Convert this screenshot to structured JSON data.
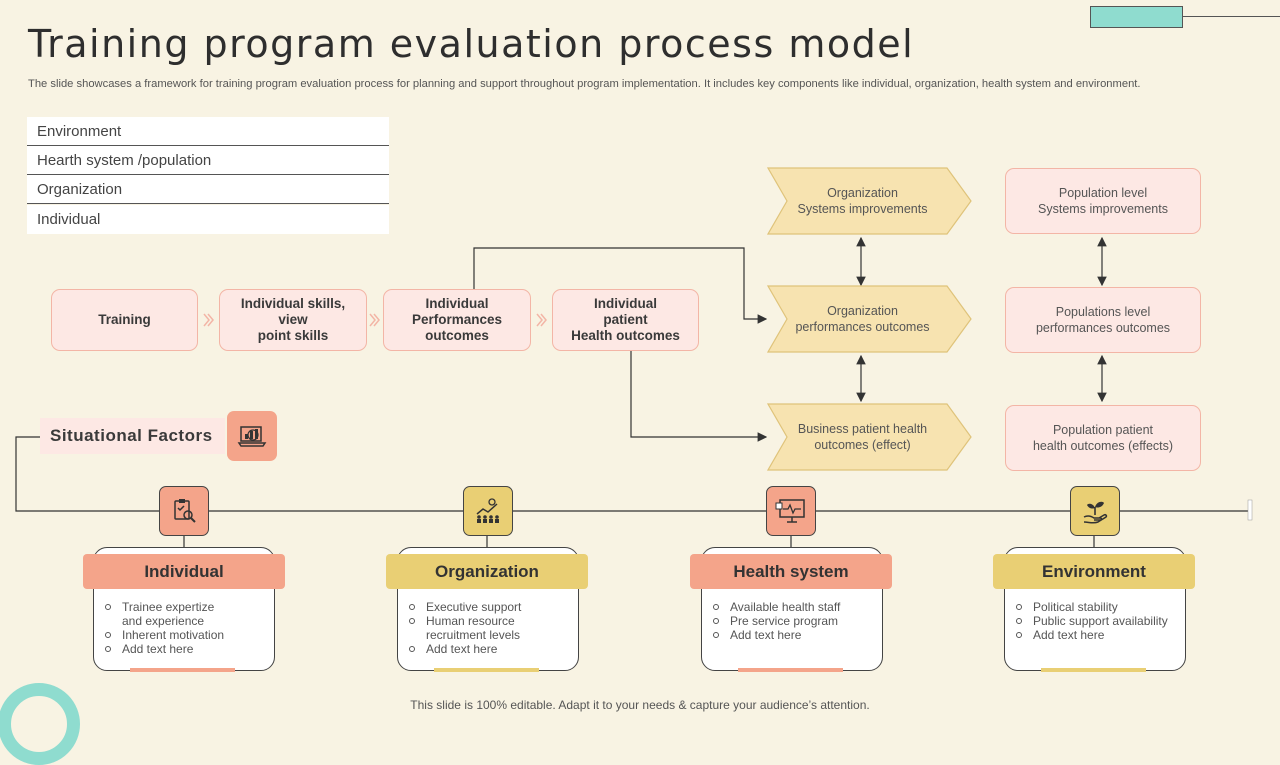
{
  "title": "Training program evaluation process model",
  "subtitle": "The slide showcases a framework for training program evaluation process for planning and support throughout program implementation. It includes key components like individual, organization, health system and environment.",
  "legend": [
    "Environment",
    "Hearth system /population",
    "Organization",
    "Individual"
  ],
  "process": [
    "Training",
    "Individual skills,\nview\npoint skills",
    "Individual\nPerformances\noutcomes",
    "Individual\npatient\nHealth outcomes"
  ],
  "organization_column": [
    "Organization\nSystems improvements",
    "Organization\nperformances  outcomes",
    "Business patient health\noutcomes (effect)"
  ],
  "population_column": [
    "Population level\nSystems improvements",
    "Populations level\nperformances  outcomes",
    "Population patient\nhealth outcomes (effects)"
  ],
  "situational_factors": "Situational  Factors",
  "cards": [
    {
      "title": "Individual",
      "items": [
        "Trainee expertize\nand experience",
        "Inherent motivation",
        "Add text here"
      ],
      "icon": "clipboard-search-icon"
    },
    {
      "title": "Organization",
      "items": [
        "Executive support",
        "Human resource\nrecruitment levels",
        "Add text here"
      ],
      "icon": "team-growth-icon"
    },
    {
      "title": "Health system",
      "items": [
        "Available health staff",
        "Pre service program",
        "Add text here"
      ],
      "icon": "monitor-health-icon"
    },
    {
      "title": "Environment",
      "items": [
        "Political stability",
        "Public support availability",
        "Add text here"
      ],
      "icon": "hand-plant-icon"
    }
  ],
  "footer": "This slide is 100% editable. Adapt it to your needs & capture your audience’s attention.",
  "colors": {
    "background": "#f8f3e3",
    "salmon": "#f4a48a",
    "gold": "#e9cf74",
    "pink": "#fde8e4",
    "teal": "#8fdccf",
    "chevron": "#f7e3b0"
  }
}
